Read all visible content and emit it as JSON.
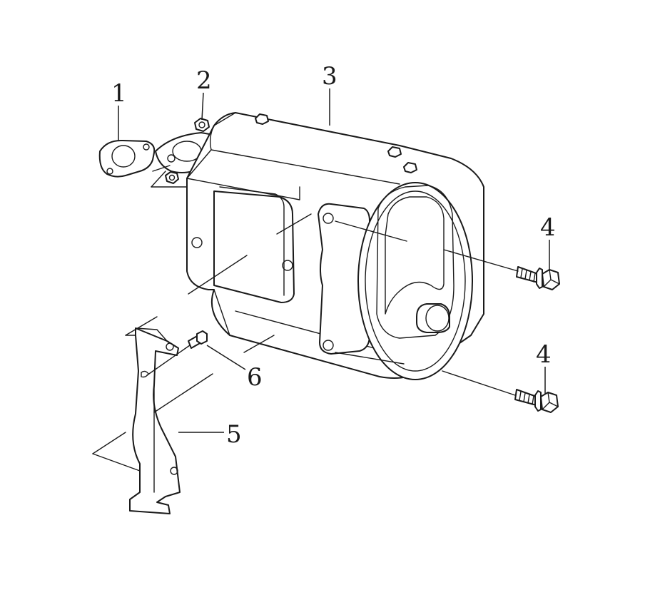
{
  "diagram": {
    "callouts": [
      {
        "id": "1",
        "label": "1"
      },
      {
        "id": "2",
        "label": "2"
      },
      {
        "id": "3",
        "label": "3"
      },
      {
        "id": "4a",
        "label": "4"
      },
      {
        "id": "4b",
        "label": "4"
      },
      {
        "id": "5",
        "label": "5"
      },
      {
        "id": "6",
        "label": "6"
      }
    ]
  }
}
